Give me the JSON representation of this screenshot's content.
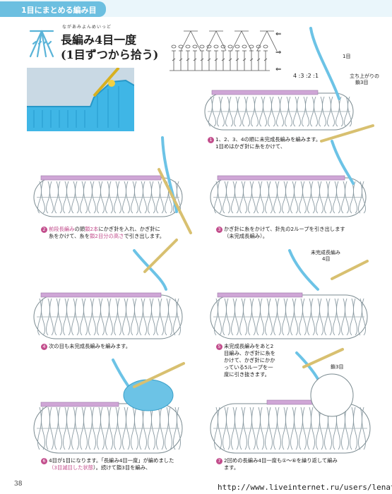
{
  "header": {
    "section_title": "1目にまとめる編み目"
  },
  "title": {
    "ruby": "ながあみよんめいっど",
    "line1": "長編み4目一度",
    "line2": "(1目ずつから拾う)"
  },
  "arrows": {
    "a1": "⇐",
    "a2": "⇒",
    "a3": "⇐"
  },
  "labels": {
    "stitch1": "1目",
    "chain_up_1": "立ち上がりの",
    "chain_up_2": "鎖3目",
    "counts": "4 :3 :2 :1",
    "unfinished_1": "未完成長編み",
    "unfinished_2": "4目",
    "chain3": "鎖3目"
  },
  "steps": [
    {
      "num": "1",
      "text": "1、2、3、4の順に未完成長編みを編みます。",
      "text2": "1目めはかぎ針に糸をかけて、"
    },
    {
      "num": "2",
      "text_hl": "前段長編み",
      "text_a": "の頭",
      "text_b": "鎖2本",
      "text_c": "にかぎ針を入れ、かぎ針に",
      "text2": "糸をかけて、糸を",
      "text2_hl": "鎖2目分の高さ",
      "text2_b": "で引き出します。"
    },
    {
      "num": "3",
      "text": "かぎ針に糸をかけて、針先の2ループを引き出します",
      "text2": "（未完成長編み）。"
    },
    {
      "num": "4",
      "text": "次の目も未完成長編みを編みます。"
    },
    {
      "num": "5",
      "text": "未完成長編みをあと2",
      "text2": "目編み、かぎ針に糸を",
      "text3": "かけて、かぎ針にかか",
      "text4": "っている5ループを一",
      "text5": "度に引き抜きます。"
    },
    {
      "num": "6",
      "text": "4目が1目になります。「長編み4目一度」が編めました",
      "text2": "（3目減目",
      "text2_b": "した状態",
      "text2_c": "）。続けて",
      "text3": "鎖3目を編み、"
    },
    {
      "num": "7",
      "text": "2回めの長編み4目一度も",
      "text_b": "①～⑥を繰り返して編み",
      "text2": "ます。"
    }
  ],
  "page_number": "38",
  "watermark": "http://www.liveinternet.ru/users/lenatt/"
}
